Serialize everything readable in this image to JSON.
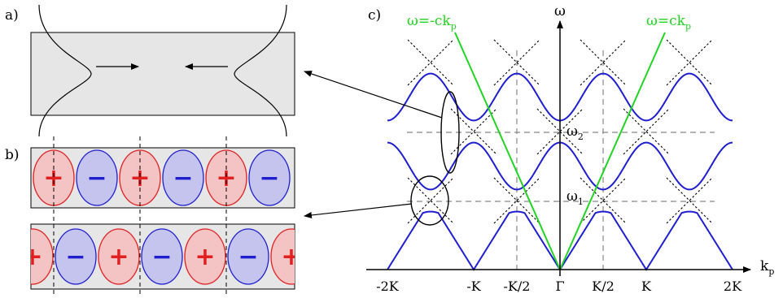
{
  "panels": {
    "a": "a)",
    "b": "b)",
    "c": "c)"
  },
  "axes": {
    "y_label": "ω",
    "x_label_main": "k",
    "x_label_sub": "p"
  },
  "lines": {
    "minus_main": "ω=-ck",
    "minus_sub": "p",
    "plus_main": "ω=ck",
    "plus_sub": "p"
  },
  "levels": {
    "w1_main": "ω",
    "w1_sub": "1",
    "w2_main": "ω",
    "w2_sub": "2"
  },
  "ticks": [
    "-2K",
    "-K",
    "-K/2",
    "Γ",
    "K/2",
    "K",
    "2K"
  ],
  "charges": {
    "plus": "+",
    "minus": "−"
  },
  "colors": {
    "band": "#1f1fd0",
    "light_line": "#22d422",
    "plus_fill": "#f4c4c4",
    "plus_stroke": "#e02020",
    "minus_fill": "#c4c4ee",
    "minus_stroke": "#1f1fd0",
    "box_fill": "#e6e6e6"
  }
}
